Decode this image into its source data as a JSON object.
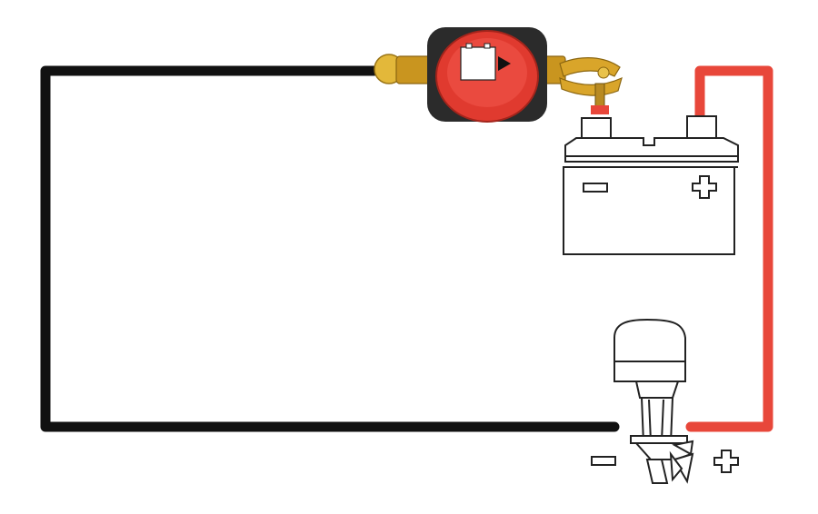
{
  "diagram": {
    "components": [
      {
        "id": "battery-disconnect-switch",
        "kind": "rotary battery switch",
        "face_color": "#e03a2f",
        "body_color": "#2b2b2b"
      },
      {
        "id": "battery",
        "kind": "battery"
      },
      {
        "id": "outboard-motor",
        "kind": "outboard engine"
      }
    ],
    "wires": [
      {
        "id": "negative-wire",
        "color": "#111111",
        "from": "battery-disconnect-switch",
        "to": "outboard-motor"
      },
      {
        "id": "positive-wire",
        "color": "#e8473a",
        "from": "battery",
        "to": "outboard-motor"
      }
    ],
    "symbols": {
      "battery_negative": "minus-icon",
      "battery_positive": "plus-icon",
      "engine_negative": "minus-icon",
      "engine_positive": "plus-icon"
    },
    "colors": {
      "negative_wire": "#111111",
      "positive_wire": "#e8473a",
      "brass": "#d9a52a",
      "switch_red": "#e03a2f",
      "outline": "#222222"
    }
  }
}
